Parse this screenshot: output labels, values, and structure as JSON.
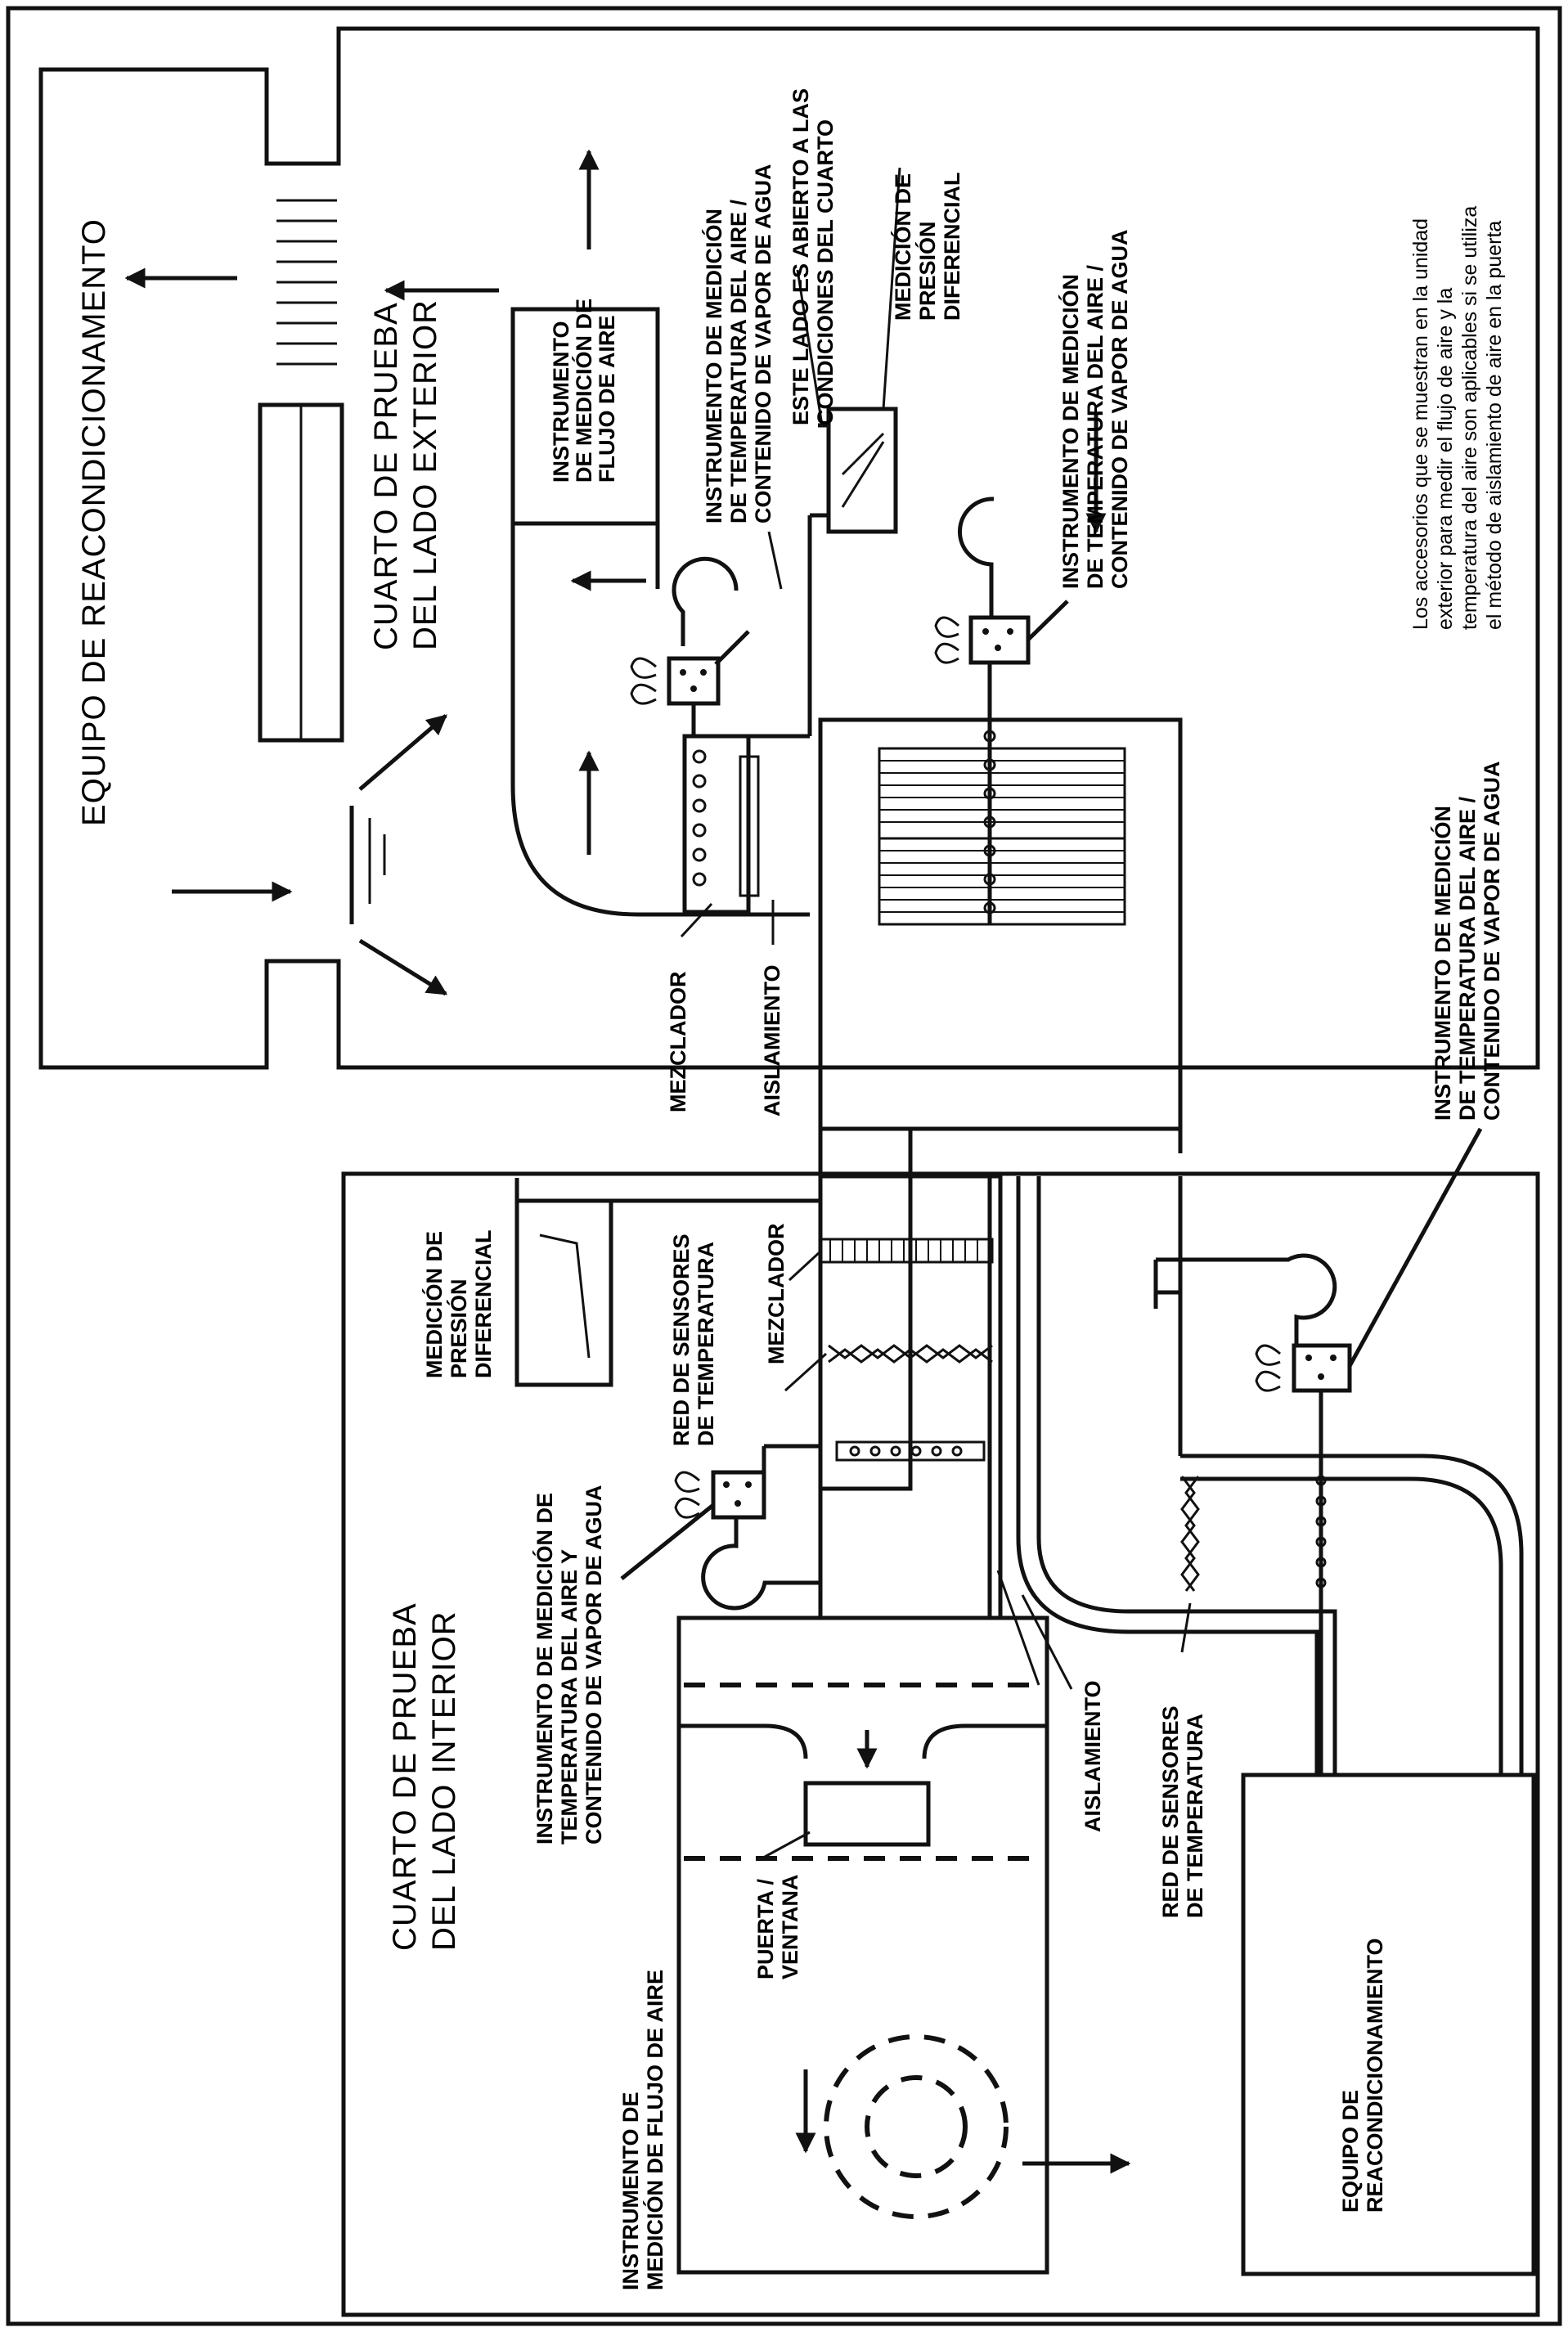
{
  "diagram": {
    "outdoor_reconditioning": "EQUIPO DE REACONDICIONAMENTO",
    "outdoor_room": [
      "CUARTO DE PRUEBA",
      "DEL LADO EXTERIOR"
    ],
    "indoor_room": [
      "CUARTO DE PRUEBA",
      "DEL LADO INTERIOR"
    ],
    "indoor_reconditioning": [
      "EQUIPO DE",
      "REACONDICIONAMIENTO"
    ],
    "out_airflow_instrument": [
      "INSTRUMENTO",
      "DE MEDICIÓN DE",
      "FLUJO DE AIRE"
    ],
    "out_temp_instrument_left": [
      "INSTRUMENTO DE MEDICIÓN",
      "DE TEMPERATURA DEL AIRE /",
      "CONTENIDO DE VAPOR DE AGUA"
    ],
    "open_side": [
      "ESTE LADO ES ABIERTO A LAS",
      "CONDICIONES DEL CUARTO"
    ],
    "out_diff_pressure": [
      "MEDICIÓN DE",
      "PRESIÓN",
      "DIFERENCIAL"
    ],
    "out_temp_instrument_right": [
      "INSTRUMENTO DE MEDICIÓN",
      "DE TEMPERATURA DEL AIRE /",
      "CONTENIDO DE VAPOR DE AGUA"
    ],
    "note": [
      "Los accesorios que se muestran en la unidad",
      "exterior para medir el flujo de aire y la",
      "temperatura del aire son aplicables si se utiliza",
      "el método de aislamiento de aire en la puerta"
    ],
    "out_mixer": "MEZCLADOR",
    "out_insulation": "AISLAMIENTO",
    "indoor_temp_instrument_right": [
      "INSTRUMENTO DE MEDICIÓN",
      "DE TEMPERATURA DEL AIRE /",
      "CONTENIDO DE VAPOR DE AGUA"
    ],
    "in_diff_pressure": [
      "MEDICIÓN DE",
      "PRESIÓN",
      "DIFERENCIAL"
    ],
    "in_mixer": "MEZCLADOR",
    "in_sensor_grid_top": [
      "RED DE SENSORES",
      "DE TEMPERATURA"
    ],
    "in_temp_instrument_left": [
      "INSTRUMENTO DE MEDICIÓN DE",
      "TEMPERATURA DEL AIRE Y",
      "CONTENIDO DE VAPOR DE AGUA"
    ],
    "in_insulation": "AISLAMIENTO",
    "in_sensor_grid_bottom": [
      "RED DE SENSORES",
      "DE TEMPERATURA"
    ],
    "door_window": [
      "PUERTA /",
      "VENTANA"
    ],
    "in_airflow_instrument": [
      "INSTRUMENTO DE",
      "MEDICIÓN DE FLUJO DE AIRE"
    ]
  }
}
